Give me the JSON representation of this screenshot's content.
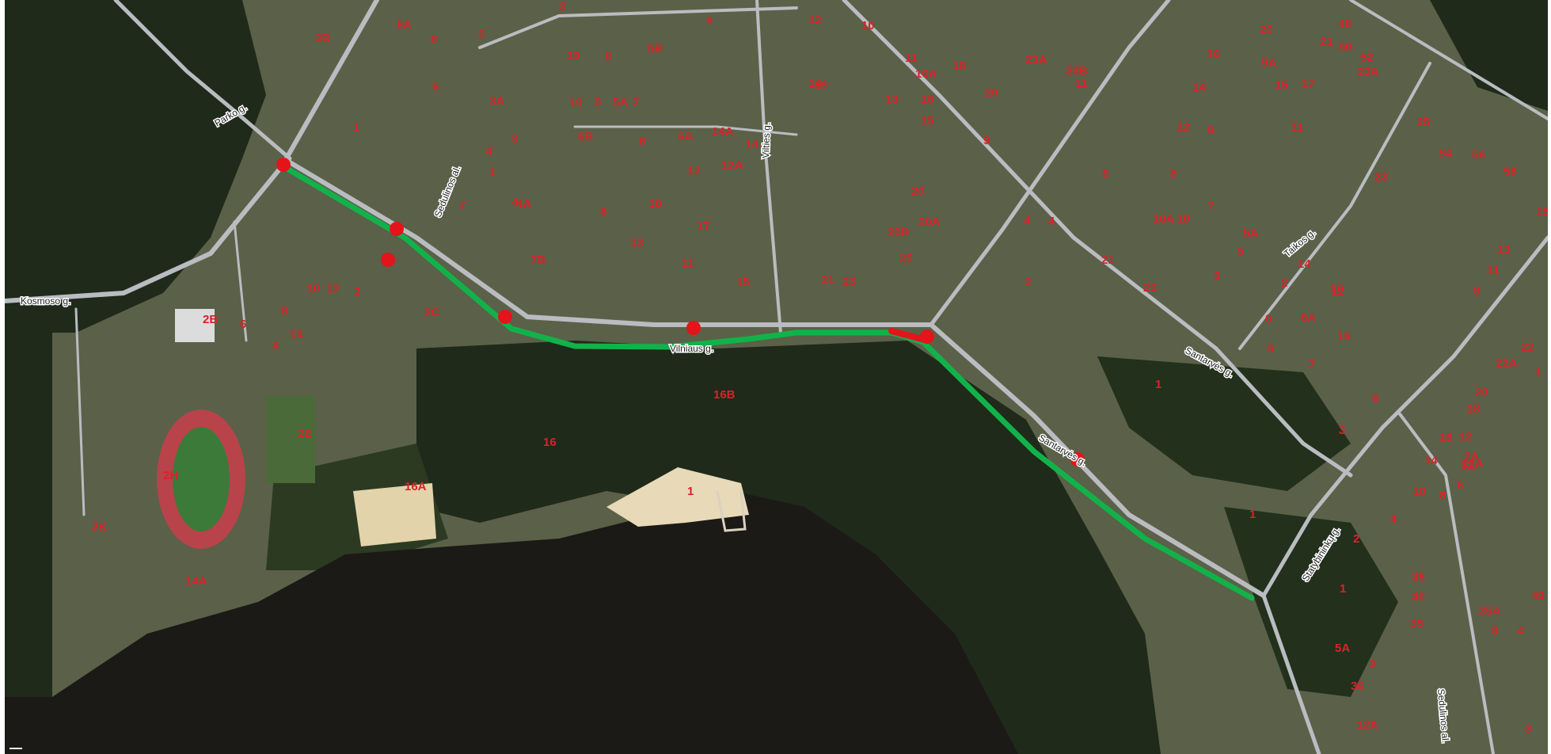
{
  "colors": {
    "forest": "#1f2a1a",
    "forest_light": "#2c3a22",
    "water": "#1b1a16",
    "road": "#b9bcc0",
    "route": "#12b24a",
    "route_closed": "#e4141b",
    "house_number": "#d8232a",
    "stadium_track": "#b8434a",
    "stadium_field": "#3c7a3a",
    "beach": "#e8d9b8"
  },
  "streets": [
    {
      "name": "Parko g."
    },
    {
      "name": "Kosmoso g."
    },
    {
      "name": "Sedulinos al."
    },
    {
      "name": "Vilties g."
    },
    {
      "name": "Vilniaus g."
    },
    {
      "name": "Santarvės g."
    },
    {
      "name": "Santarvės g."
    },
    {
      "name": "Taikos g."
    },
    {
      "name": "Statybininkų g."
    },
    {
      "name": "Sedulinos al."
    }
  ],
  "house_numbers": [
    "2B",
    "8A",
    "8",
    "2",
    "3",
    "3A",
    "3",
    "4",
    "6",
    "1",
    "1",
    "7",
    "4",
    "4A",
    "7B",
    "6B",
    "6A",
    "14A",
    "14",
    "6",
    "12",
    "12A",
    "8",
    "10",
    "13",
    "17",
    "11",
    "15",
    "19",
    "8",
    "10",
    "5",
    "5A",
    "7",
    "5B",
    "9",
    "12",
    "14",
    "16",
    "10",
    "11",
    "16",
    "18",
    "16A",
    "13",
    "15",
    "20",
    "23A",
    "23B",
    "11",
    "9",
    "8",
    "4",
    "20",
    "20A",
    "20B",
    "25",
    "21",
    "23",
    "4",
    "2",
    "16",
    "14",
    "12",
    "9",
    "9A",
    "10A",
    "10",
    "21",
    "23",
    "3",
    "7",
    "8",
    "5A",
    "5",
    "15",
    "17",
    "20",
    "21",
    "48",
    "50",
    "52",
    "23A",
    "11",
    "2",
    "6",
    "6A",
    "10",
    "12",
    "14",
    "16",
    "7",
    "5",
    "8",
    "3",
    "1",
    "25",
    "54",
    "56",
    "58",
    "23",
    "13",
    "11",
    "9",
    "15",
    "22",
    "22A",
    "1",
    "20",
    "18",
    "16",
    "14",
    "12A",
    "12",
    "10",
    "8",
    "6",
    "32",
    "4",
    "2",
    "1",
    "5A",
    "3",
    "36",
    "38",
    "40",
    "35",
    "35A",
    "8",
    "4",
    "49",
    "3",
    "12A",
    "2A",
    "2B",
    "6",
    "8",
    "10",
    "12",
    "2",
    "4",
    "14",
    "2C",
    "2H",
    "2E",
    "2K",
    "14A",
    "16A",
    "16",
    "16B",
    "1",
    "1"
  ]
}
